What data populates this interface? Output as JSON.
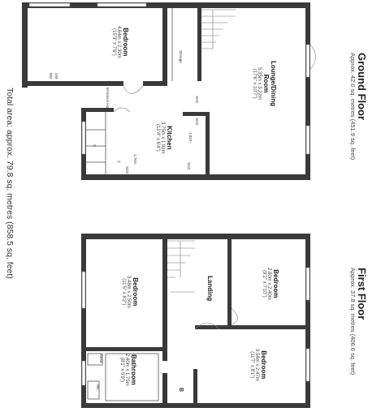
{
  "floors": {
    "ground": {
      "title": "Ground Floor",
      "area": "Approx. 42.0 sq. metres (451.9 sq. feet)",
      "rooms": {
        "bedroom": {
          "name": "Bedroom",
          "dim1": "4.64m x 2.30m",
          "dim2": "(15'3\" x 7'6\")"
        },
        "lounge": {
          "name": "Lounge/Dining",
          "name2": "Room",
          "dim1": "5.35m x 3.22m",
          "dim2": "(17'6\" x 10'7\")"
        },
        "kitchen": {
          "name": "Kitchen",
          "dim1": "3.75m x 1.92m",
          "dim2": "(12'4\" x 6'4\")"
        }
      },
      "labels": {
        "storage": "Storage",
        "entrance_hall": "Entrance Hall",
        "gm": "GM",
        "em": "EM",
        "soc1": "SOC",
        "soc2": "SOC",
        "soc3": "SOC",
        "soc4": "SOC",
        "h182": "1.82m",
        "h176": "1.76m",
        "s": "S",
        "c": "C"
      }
    },
    "first": {
      "title": "First Floor",
      "area": "Approx. 37.8 sq. metres (406.6 sq. feet)",
      "rooms": {
        "bedroom1": {
          "name": "Bedroom",
          "dim1": "2.80m x 2.40m",
          "dim2": "(9'2\" x 7'10\")"
        },
        "bedroom2": {
          "name": "Bedroom",
          "dim1": "3.48m x 2.50m",
          "dim2": "(11'5\" x 8'2\")"
        },
        "bedroom3": {
          "name": "Bedroom",
          "dim1": "3.54m x 2.47m",
          "dim2": "(11'7\" x 8'1\")"
        },
        "landing": {
          "name": "Landing"
        },
        "bathroom": {
          "name": "Bathroom",
          "dim1": "2.40m x 1.75m",
          "dim2": "(8'1\" x 5'9\")"
        }
      },
      "labels": {
        "b": "B",
        "whb": "WHB",
        "wc": "WC"
      }
    }
  },
  "total_area": "Total area: approx. 79.8 sq. metres (858.5 sq. feet)"
}
